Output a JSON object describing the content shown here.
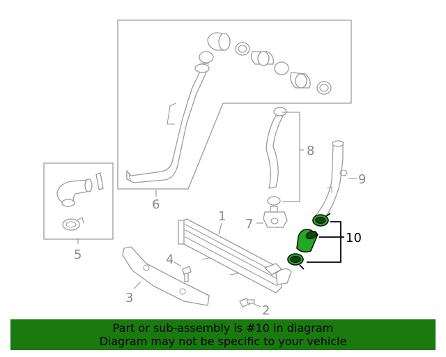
{
  "callouts": {
    "c1": "1",
    "c2": "2",
    "c3": "3",
    "c4": "4",
    "c5": "5",
    "c6": "6",
    "c7": "7",
    "c8": "8",
    "c9": "9",
    "c10": "10"
  },
  "highlighted_part": "10",
  "colors": {
    "highlight_part": "#23a823",
    "banner_background": "#1a7a10",
    "line_art": "#9a9a9a"
  },
  "banner": {
    "line1": "Part or sub-assembly is #10 in diagram",
    "line2": "Diagram may not be specific to your vehicle"
  }
}
